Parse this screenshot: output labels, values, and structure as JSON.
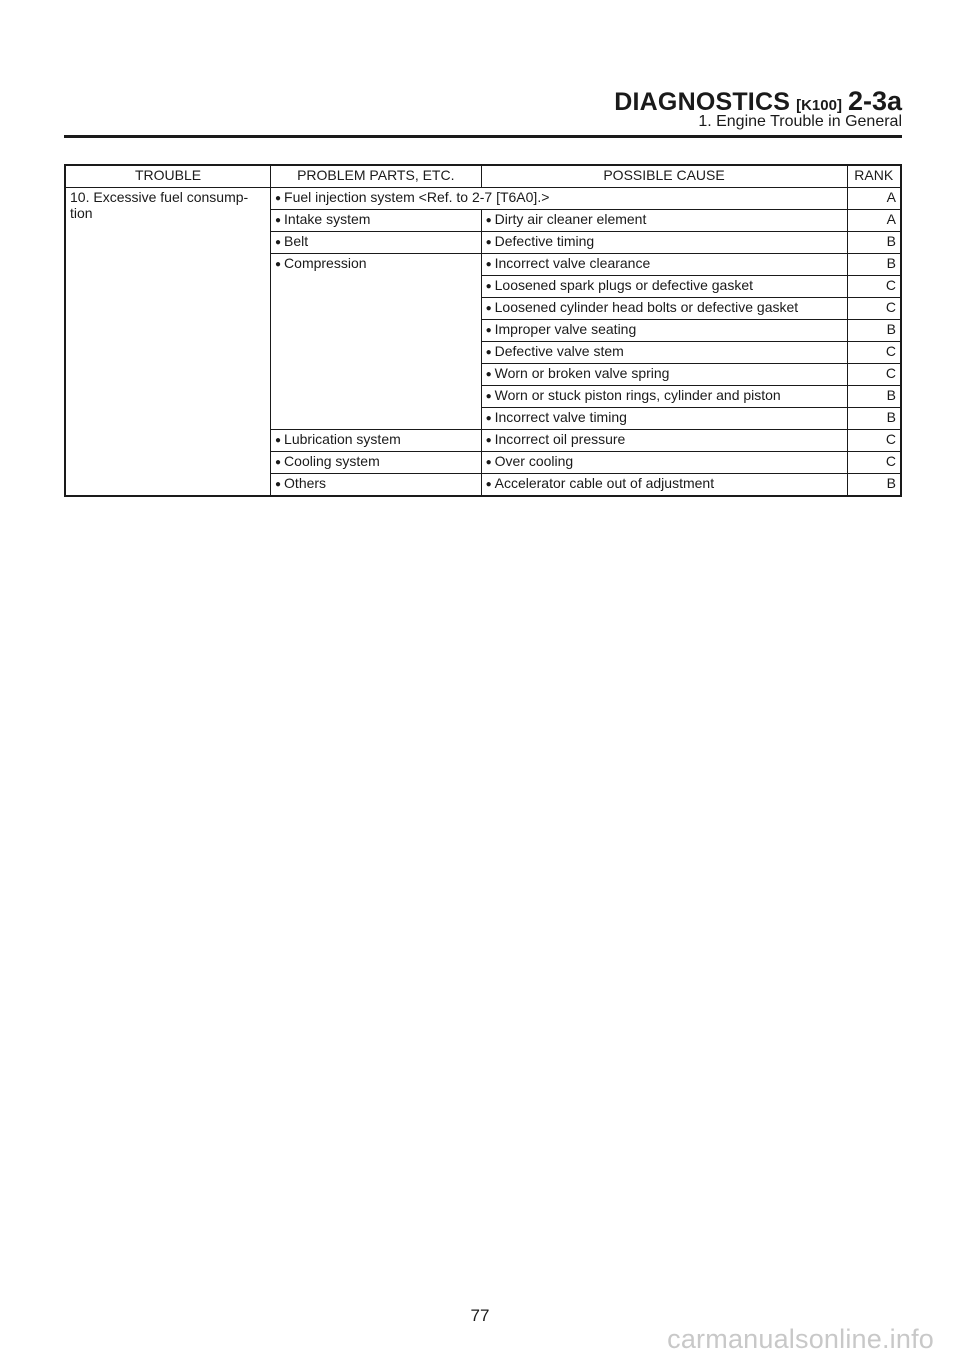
{
  "header": {
    "title": "DIAGNOSTICS",
    "code": "[K100]",
    "section_number": "2-3a",
    "subtitle": "1. Engine Trouble in General"
  },
  "table": {
    "columns": [
      "TROUBLE",
      "PROBLEM PARTS, ETC.",
      "POSSIBLE CAUSE",
      "RANK"
    ],
    "trouble": "10. Excessive fuel consump-tion",
    "bullet": "●",
    "row1": {
      "part": "Fuel injection system <Ref. to 2-7 [T6A0].>",
      "rank": "A"
    },
    "row2": {
      "part": "Intake system",
      "cause": "Dirty air cleaner element",
      "rank": "A"
    },
    "row3": {
      "part": "Belt",
      "cause": "Defective timing",
      "rank": "B"
    },
    "compression": {
      "part": "Compression",
      "causes": [
        {
          "cause": "Incorrect valve clearance",
          "rank": "B"
        },
        {
          "cause": "Loosened spark plugs or defective gasket",
          "rank": "C"
        },
        {
          "cause": "Loosened cylinder head bolts or defective gasket",
          "rank": "C"
        },
        {
          "cause": "Improper valve seating",
          "rank": "B"
        },
        {
          "cause": "Defective valve stem",
          "rank": "C"
        },
        {
          "cause": "Worn or broken valve spring",
          "rank": "C"
        },
        {
          "cause": "Worn or stuck piston rings, cylinder and piston",
          "rank": "B"
        },
        {
          "cause": "Incorrect valve timing",
          "rank": "B"
        }
      ]
    },
    "row_lub": {
      "part": "Lubrication system",
      "cause": "Incorrect oil pressure",
      "rank": "C"
    },
    "row_cool": {
      "part": "Cooling system",
      "cause": "Over cooling",
      "rank": "C"
    },
    "row_other": {
      "part": "Others",
      "cause": "Accelerator cable out of adjustment",
      "rank": "B"
    }
  },
  "page_number": "77",
  "watermark": "carmanualsonline.info"
}
